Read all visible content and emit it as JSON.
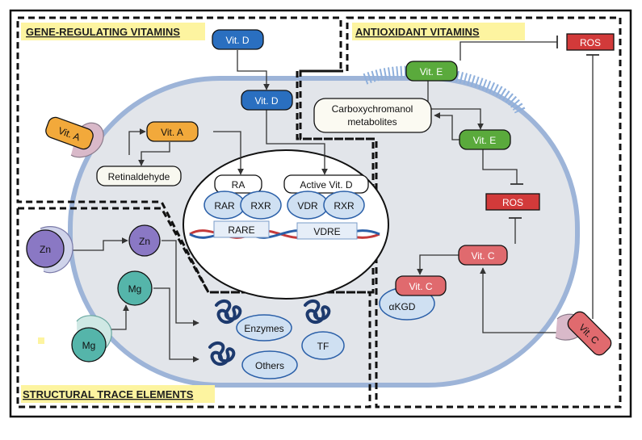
{
  "sections": {
    "gene": "GENE-REGULATING VITAMINS",
    "antioxidant": "ANTIOXIDANT VITAMINS",
    "trace": "STRUCTURAL TRACE ELEMENTS"
  },
  "labels": {
    "vit_d": "Vit. D",
    "vit_a": "Vit. A",
    "vit_e": "Vit. E",
    "vit_c": "Vit. C",
    "ros": "ROS",
    "retinaldehyde": "Retinaldehyde",
    "carboxy_1": "Carboxychromanol",
    "carboxy_2": "metabolites",
    "ra": "RA",
    "active_vit_d": "Active Vit. D",
    "rar": "RAR",
    "rxr": "RXR",
    "vdr": "VDR",
    "rare": "RARE",
    "vdre": "VDRE",
    "zn": "Zn",
    "mg": "Mg",
    "enzymes": "Enzymes",
    "others": "Others",
    "tf": "TF",
    "akgd": "αKGD"
  },
  "colors": {
    "vit_d": "#2a6fc0",
    "vit_a": "#f2a93b",
    "vit_e": "#5aaa3c",
    "vit_c": "#e06a6e",
    "ros": "#d23a3a",
    "zn": "#8a78c4",
    "mg": "#55b5aa",
    "cell_fill": "#e2e5ea",
    "membrane": "#9db4d8",
    "highlight": "#fdf4a0"
  }
}
